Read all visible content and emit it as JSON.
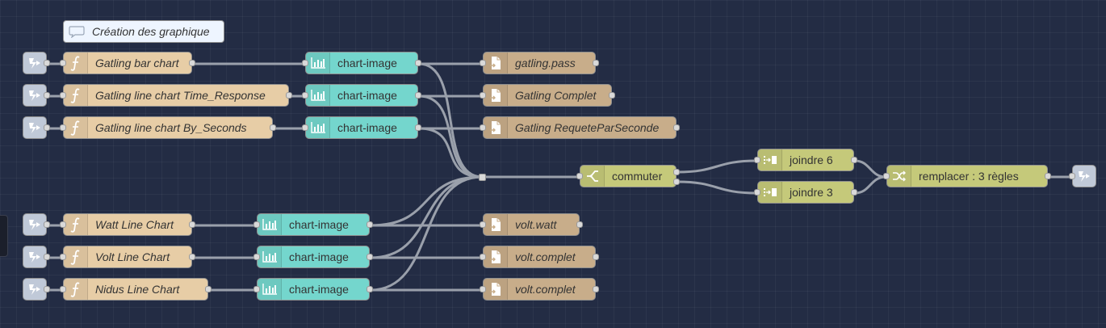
{
  "comment": {
    "label": "Création des graphique"
  },
  "colors": {
    "inject": "#c0c9d8",
    "function": "#e7cda6",
    "chart": "#74d6cd",
    "file": "#c8ad8a",
    "switch": "#c5c97a",
    "join": "#c5c97a",
    "change": "#c5c97a",
    "wire": "#9aa0ab"
  },
  "functions": [
    {
      "label": "Gatling bar chart"
    },
    {
      "label": "Gatling line chart Time_Response"
    },
    {
      "label": "Gatling line chart By_Seconds"
    },
    {
      "label": "Watt Line Chart"
    },
    {
      "label": "Volt Line Chart"
    },
    {
      "label": "Nidus Line Chart"
    }
  ],
  "charts": [
    {
      "label": "chart-image"
    },
    {
      "label": "chart-image"
    },
    {
      "label": "chart-image"
    },
    {
      "label": "chart-image"
    },
    {
      "label": "chart-image"
    },
    {
      "label": "chart-image"
    }
  ],
  "files": [
    {
      "label": "gatling.pass"
    },
    {
      "label": "Gatling Complet"
    },
    {
      "label": "Gatling RequeteParSeconde"
    },
    {
      "label": "volt.watt"
    },
    {
      "label": "volt.complet"
    },
    {
      "label": "volt.complet"
    }
  ],
  "switch": {
    "label": "commuter"
  },
  "joins": [
    {
      "label": "joindre 6"
    },
    {
      "label": "joindre 3"
    }
  ],
  "change": {
    "label": "remplacer : 3 règles"
  },
  "icons": {
    "inject": "inject-icon",
    "function": "function-icon",
    "chart": "chart-icon",
    "file": "file-icon",
    "switch": "switch-icon",
    "join": "join-icon",
    "change": "shuffle-icon",
    "comment": "speech-bubble-icon"
  }
}
